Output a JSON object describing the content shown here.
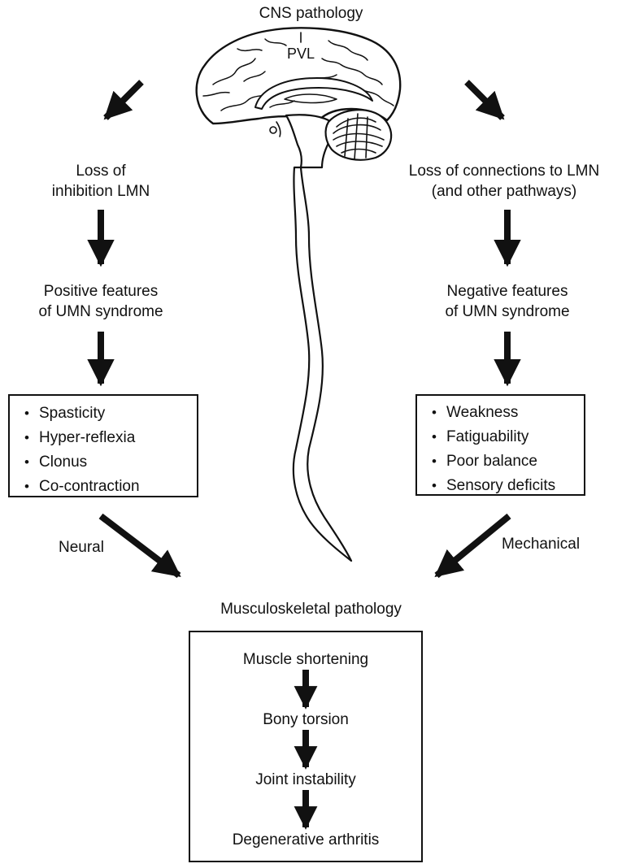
{
  "header": {
    "title": "CNS pathology",
    "brain_label": "PVL"
  },
  "left": {
    "cause_line1": "Loss of",
    "cause_line2": "inhibition LMN",
    "features_line1": "Positive features",
    "features_line2": "of UMN syndrome",
    "items": [
      "Spasticity",
      "Hyper-reflexia",
      "Clonus",
      "Co-contraction"
    ],
    "link_label": "Neural"
  },
  "right": {
    "cause_line1": "Loss of connections to LMN",
    "cause_line2": "(and other pathways)",
    "features_line1": "Negative features",
    "features_line2": "of UMN syndrome",
    "items": [
      "Weakness",
      "Fatiguability",
      "Poor balance",
      "Sensory deficits"
    ],
    "link_label": "Mechanical"
  },
  "bottom": {
    "title": "Musculoskeletal pathology",
    "steps": [
      "Muscle shortening",
      "Bony torsion",
      "Joint instability",
      "Degenerative arthritis"
    ]
  }
}
